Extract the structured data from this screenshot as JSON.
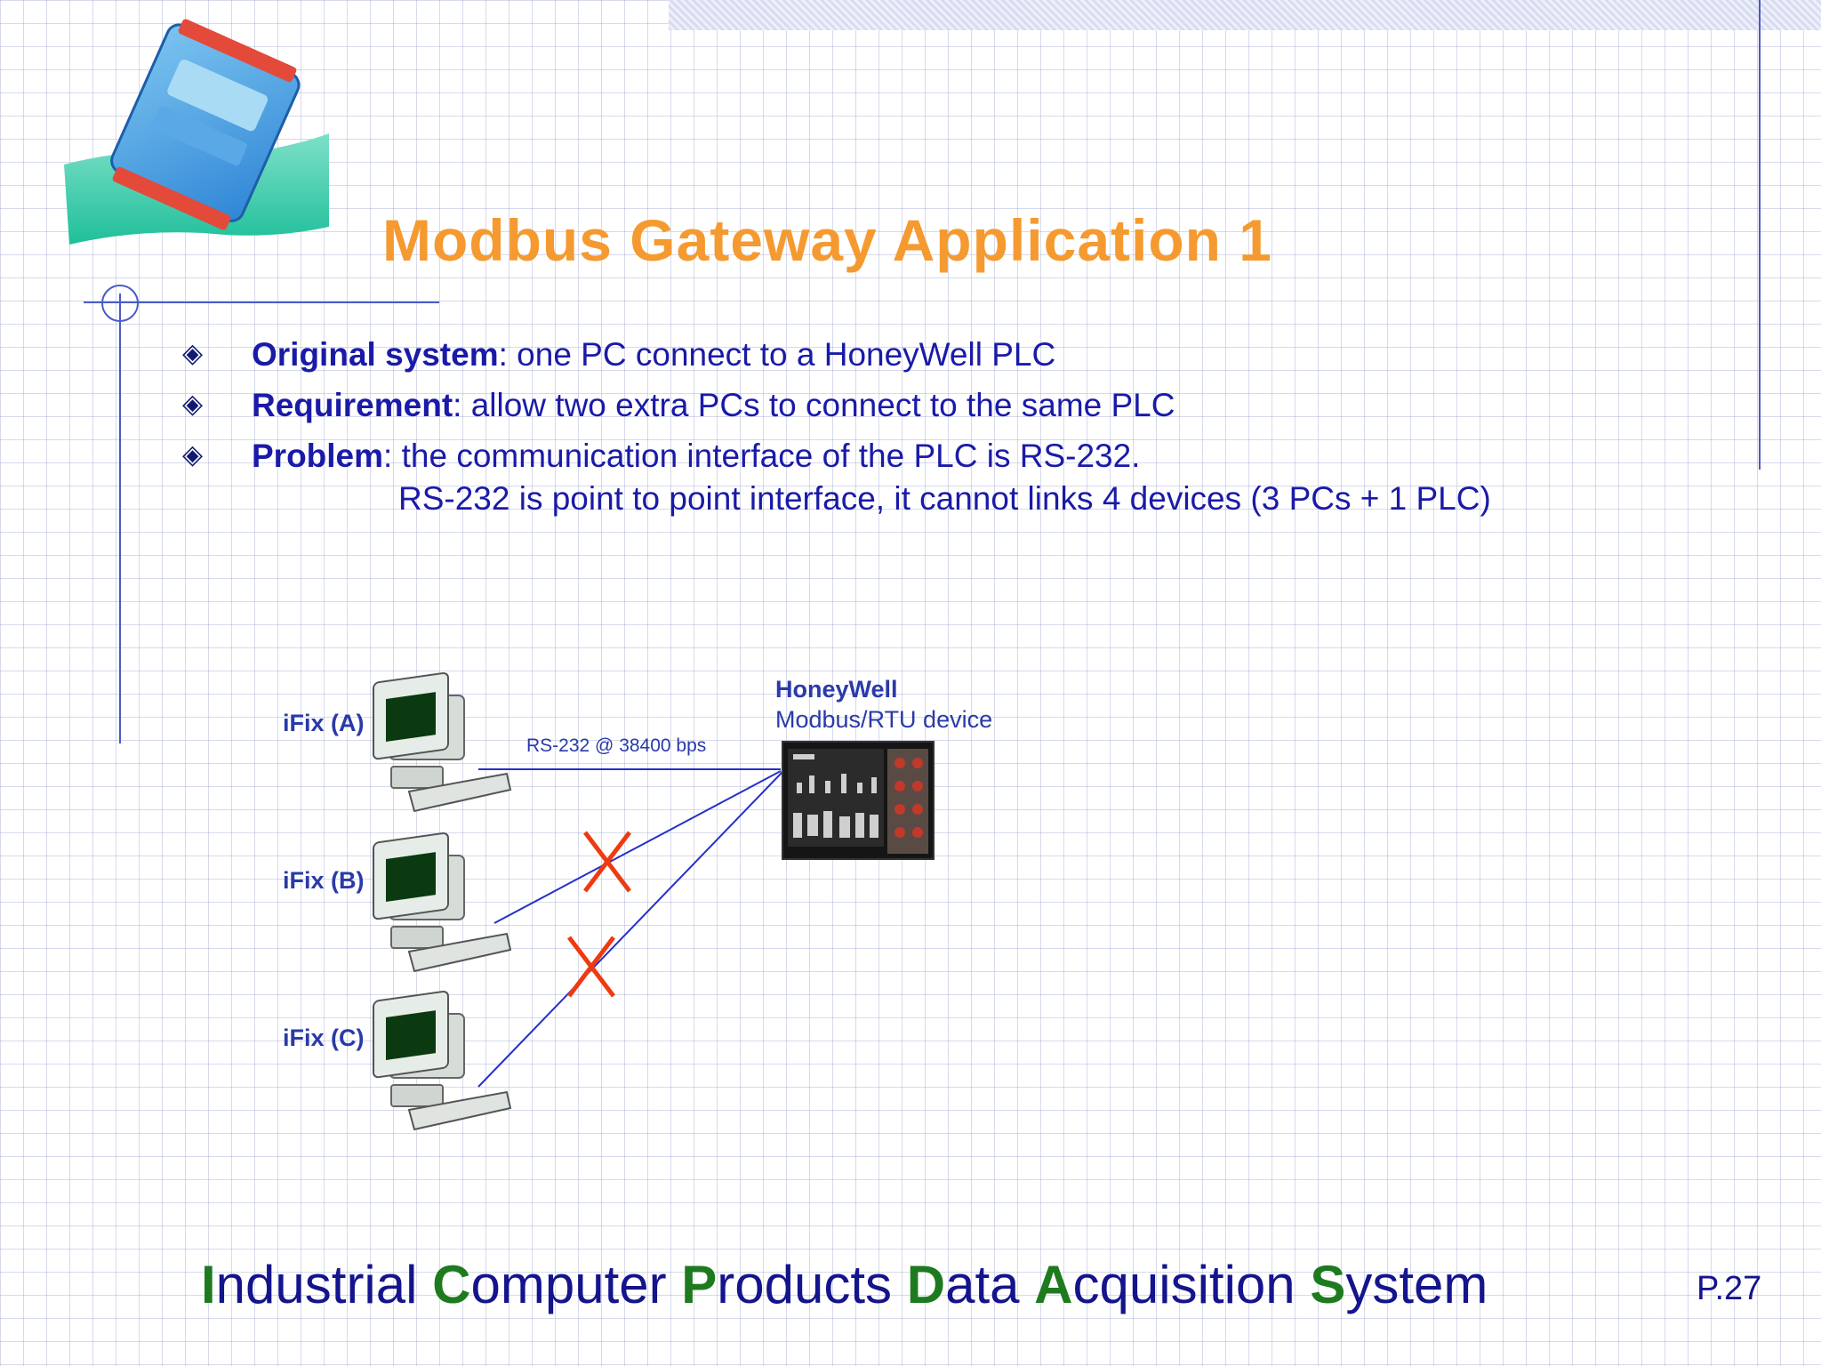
{
  "slide": {
    "title": "Modbus Gateway Application 1",
    "page_number": "P.27"
  },
  "bullets": [
    {
      "label": "Original system",
      "text": ": one PC connect to a HoneyWell PLC"
    },
    {
      "label": "Requirement",
      "text": ": allow two extra PCs to connect to the same PLC"
    },
    {
      "label": "Problem",
      "text": ": the communication interface of the PLC is RS-232."
    }
  ],
  "problem_line2": "RS-232 is point to point interface, it cannot links 4 devices (3 PCs + 1 PLC)",
  "diagram": {
    "pcs": [
      {
        "label": "iFix (A)"
      },
      {
        "label": "iFix (B)"
      },
      {
        "label": "iFix (C)"
      }
    ],
    "device_name": "HoneyWell",
    "device_type": "Modbus/RTU device",
    "link_label": "RS-232 @ 38400 bps"
  },
  "footer": [
    {
      "cap": "I",
      "rest": "ndustrial "
    },
    {
      "cap": "C",
      "rest": "omputer "
    },
    {
      "cap": "P",
      "rest": "roducts "
    },
    {
      "cap": "D",
      "rest": "ata "
    },
    {
      "cap": "A",
      "rest": "cquisition "
    },
    {
      "cap": "S",
      "rest": "ystem"
    }
  ],
  "colors": {
    "title": "#f59a30",
    "body_text": "#1a1aa8",
    "footer_caps": "#1e7a1e",
    "cross_mark": "#ee3a10",
    "link_line": "#2630c8"
  }
}
